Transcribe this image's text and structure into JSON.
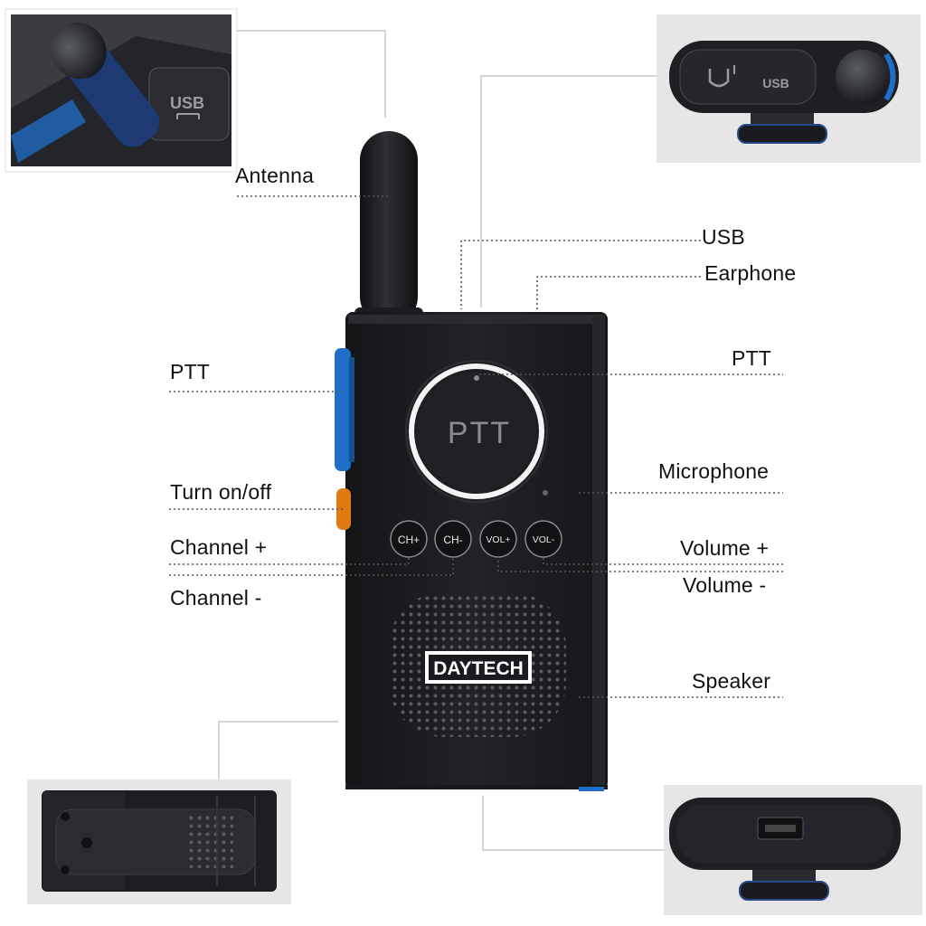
{
  "colors": {
    "body": "#1c1d20",
    "body_edge": "#2b2c30",
    "accent_blue": "#1f6fc9",
    "accent_orange": "#e07a12",
    "leader_line": "#444444",
    "connector_line": "#bbbbbb",
    "inset_bg": "#e6e6e6"
  },
  "device": {
    "brand": "DAYTECH",
    "ptt_text": "PTT",
    "buttons": [
      "CH+",
      "CH-",
      "VOL+",
      "VOL-"
    ]
  },
  "callouts": {
    "antenna": "Antenna",
    "usb": "USB",
    "earphone": "Earphone",
    "ptt_side": "PTT",
    "ptt_front": "PTT",
    "microphone": "Microphone",
    "turn_on_off": "Turn on/off",
    "channel_plus": "Channel +",
    "channel_minus": "Channel -",
    "volume_plus": "Volume +",
    "volume_minus": "Volume -",
    "speaker": "Speaker"
  },
  "insets": {
    "antenna_closeup": {
      "port_label": "USB",
      "icons": [
        "antenna-tip-icon",
        "usb-port-icon"
      ]
    },
    "top_view": {
      "port_label": "USB",
      "icons": [
        "earphone-port-icon",
        "usb-port-icon"
      ]
    },
    "back_view": {
      "icons": [
        "belt-clip-icon",
        "rear-speaker-grille-icon"
      ]
    },
    "bottom_view": {
      "icons": [
        "charging-port-icon",
        "clip-icon"
      ]
    }
  }
}
